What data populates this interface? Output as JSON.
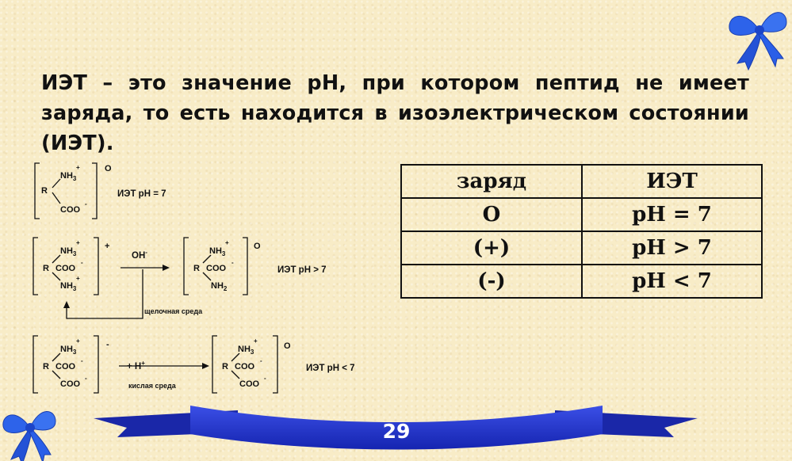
{
  "heading": "ИЭТ – это значение pH, при котором пептид не имеет заряда, то есть находится в изоэлектрическом состоянии (ИЭТ).",
  "scheme": {
    "nh3": "NH",
    "nh3_sub": "3",
    "nh3_sup": "+",
    "nh2": "NH",
    "nh2_sub": "2",
    "r": "R",
    "coo": "COO",
    "coo_sup": "-",
    "charge_zero": "O",
    "charge_plus": "+",
    "charge_minus": "-",
    "iet_eq": "ИЭТ pH = 7",
    "iet_gt": "ИЭТ pH > 7",
    "iet_lt": "ИЭТ pH < 7",
    "oh": "OH",
    "oh_sup": "-",
    "h_plus": "+ H",
    "h_sup": "+",
    "alkaline": "щелочная среда",
    "acidic": "кислая среда"
  },
  "table": {
    "headers": [
      "заряд",
      "ИЭТ"
    ],
    "rows": [
      [
        "O",
        "pH = 7"
      ],
      [
        "(+)",
        "pH > 7"
      ],
      [
        "(-)",
        "pH < 7"
      ]
    ]
  },
  "page_number": "29",
  "colors": {
    "background": "#f8ecc7",
    "ribbon": "#1f2fd0",
    "bow": "#2a5fe8"
  }
}
